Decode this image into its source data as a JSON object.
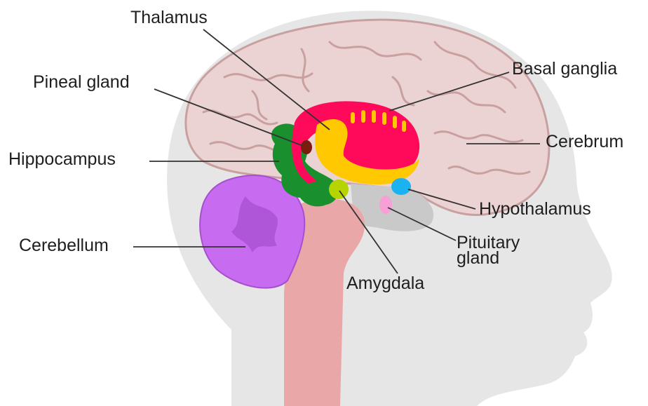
{
  "labels": {
    "thalamus": "Thalamus",
    "basal_ganglia": "Basal ganglia",
    "pineal_gland": "Pineal gland",
    "cerebrum": "Cerebrum",
    "hippocampus": "Hippocampus",
    "hypothalamus": "Hypothalamus",
    "cerebellum": "Cerebellum",
    "pituitary_line1": "Pituitary",
    "pituitary_line2": "gland",
    "amygdala": "Amygdala"
  },
  "colors": {
    "head": "#e6e6e6",
    "cerebrum": "#ecd3d3",
    "cerebrum_outline": "#c9a0a0",
    "brainstem": "#eaa7a7",
    "thalamus": "#ffc800",
    "basal_ganglia": "#ff0a5a",
    "pineal_gland": "#7a1d0e",
    "hippocampus": "#1a8f2e",
    "hypothalamus": "#1ab2f0",
    "pituitary_gland": "#f6a0d6",
    "amygdala": "#b5d400",
    "cerebellum": "#c76cf0",
    "leader_line": "#333333"
  }
}
